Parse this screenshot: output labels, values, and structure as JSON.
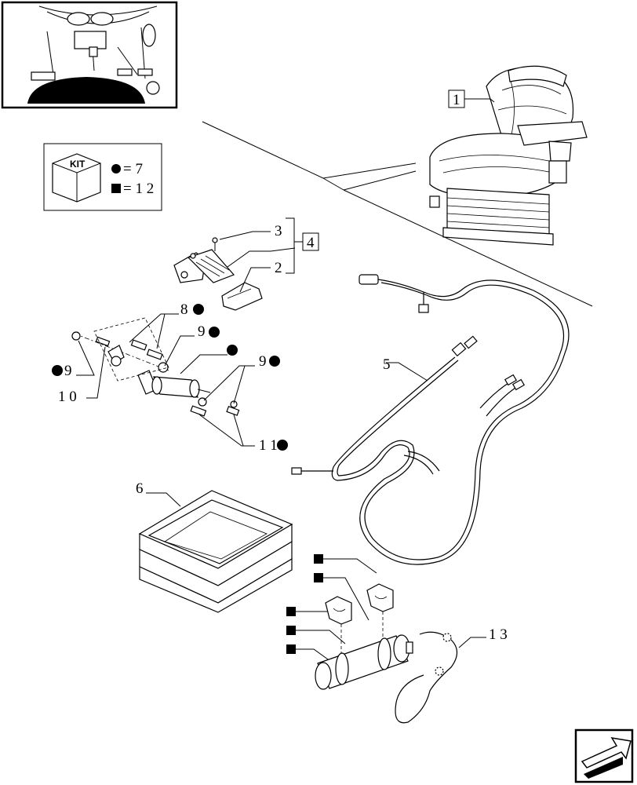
{
  "kit_legend": {
    "kit_label": "KIT",
    "circle_qty": "= 7",
    "square_qty": "= 1 2"
  },
  "callouts": {
    "c1": "1",
    "c2": "2",
    "c3": "3",
    "c4": "4",
    "c5": "5",
    "c6": "6",
    "c8": "8",
    "c9a": "9",
    "c9b": "9",
    "c9c": "9",
    "c10": "1 0",
    "c11": "1 1",
    "c13": "1 3"
  },
  "icons": {
    "thumbnail": "tractor-cab-thumbnail",
    "nav": "next-page-arrow-icon"
  }
}
